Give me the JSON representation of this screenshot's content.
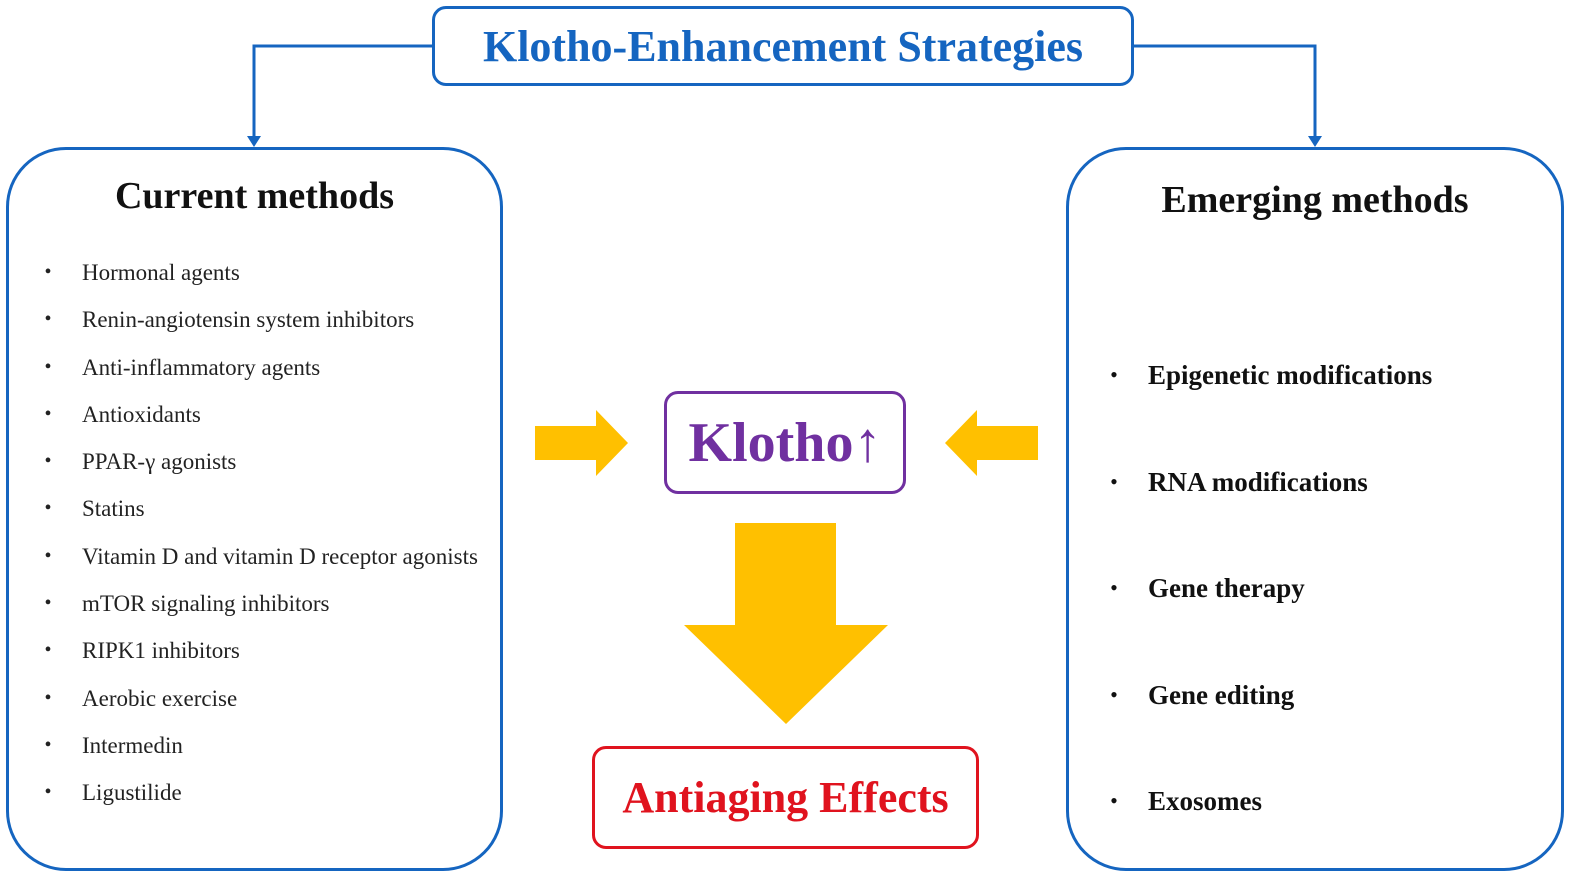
{
  "diagram": {
    "title": "Klotho-Enhancement Strategies",
    "current_methods": {
      "heading": "Current methods",
      "items": [
        "Hormonal agents",
        "Renin-angiotensin system inhibitors",
        "Anti-inflammatory agents",
        "Antioxidants",
        "PPAR-γ agonists",
        "Statins",
        "Vitamin D and vitamin D receptor agonists",
        "mTOR signaling inhibitors",
        "RIPK1 inhibitors",
        "Aerobic exercise",
        "Intermedin",
        "Ligustilide"
      ]
    },
    "emerging_methods": {
      "heading": "Emerging methods",
      "items": [
        "Epigenetic modifications",
        "RNA modifications",
        "Gene therapy",
        "Gene editing",
        "Exosomes"
      ]
    },
    "center_node": "Klotho↑",
    "outcome_node": "Antiaging Effects",
    "bullet_glyph": "•"
  },
  "colors": {
    "connector_blue": "#1565c0",
    "arrow_yellow": "#ffc000",
    "klotho_purple": "#7030a0",
    "effects_red": "#e0131e"
  }
}
